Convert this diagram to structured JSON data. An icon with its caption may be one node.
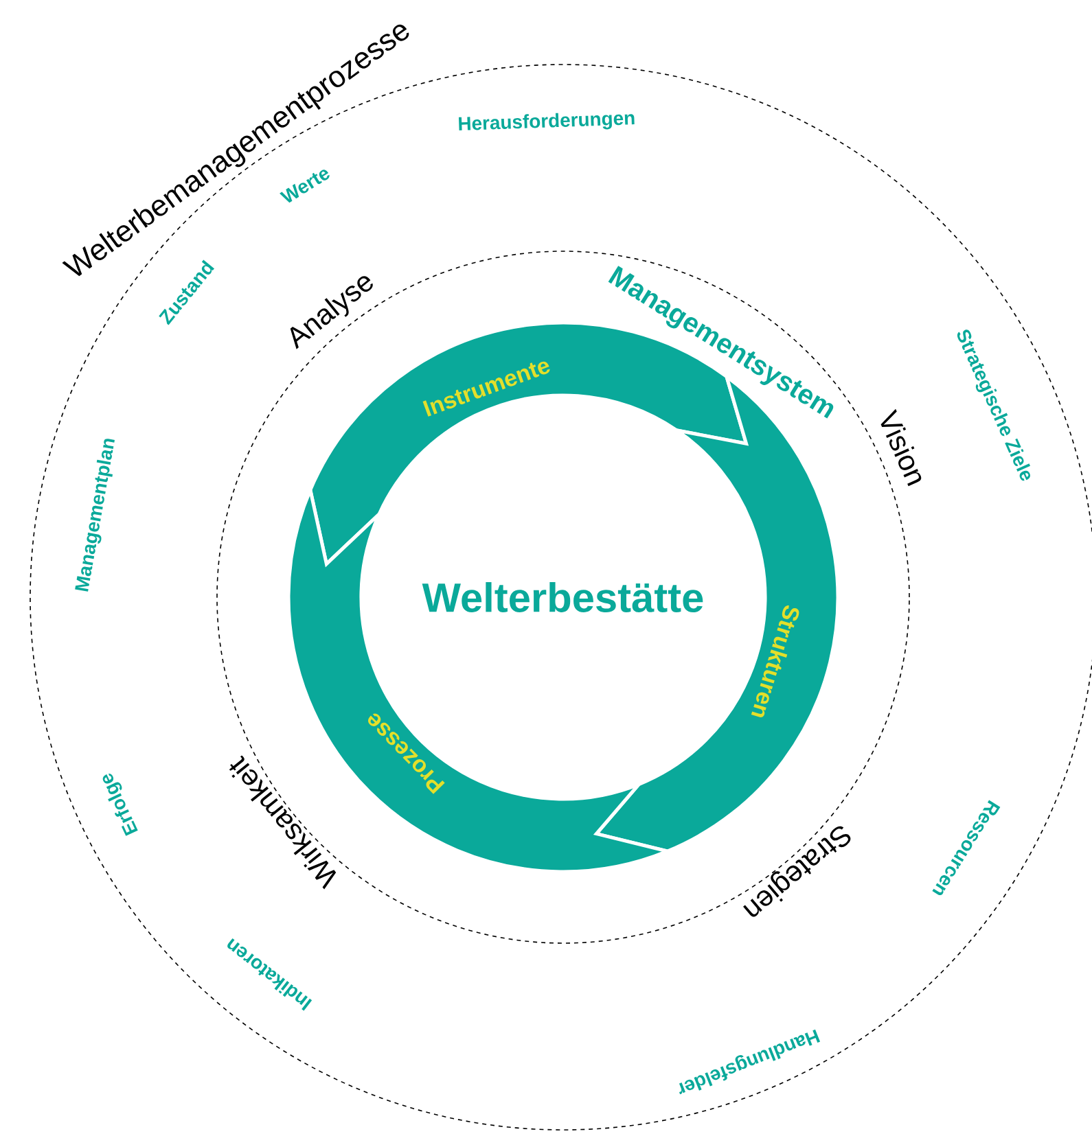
{
  "diagram": {
    "nodes": [
      {
        "text": [
          "Welterbestätte"
        ]
      },
      {
        "text": [
          "Instrumente"
        ]
      },
      {
        "text": [
          "Strukturen"
        ]
      },
      {
        "text": [
          "Prozesse"
        ]
      }
    ],
    "labels": [
      "Welterbemanagementprozesse",
      "Herausforderungen",
      "Werte",
      "Zustand",
      "Analyse",
      "Managementsystem",
      "Strategische Ziele",
      "Vision",
      "Managementplan",
      "Erfolge",
      "Wirksamkeit",
      "Strategien",
      "Ressourcen",
      "Indikatoren",
      "Handlungsfelder"
    ]
  }
}
